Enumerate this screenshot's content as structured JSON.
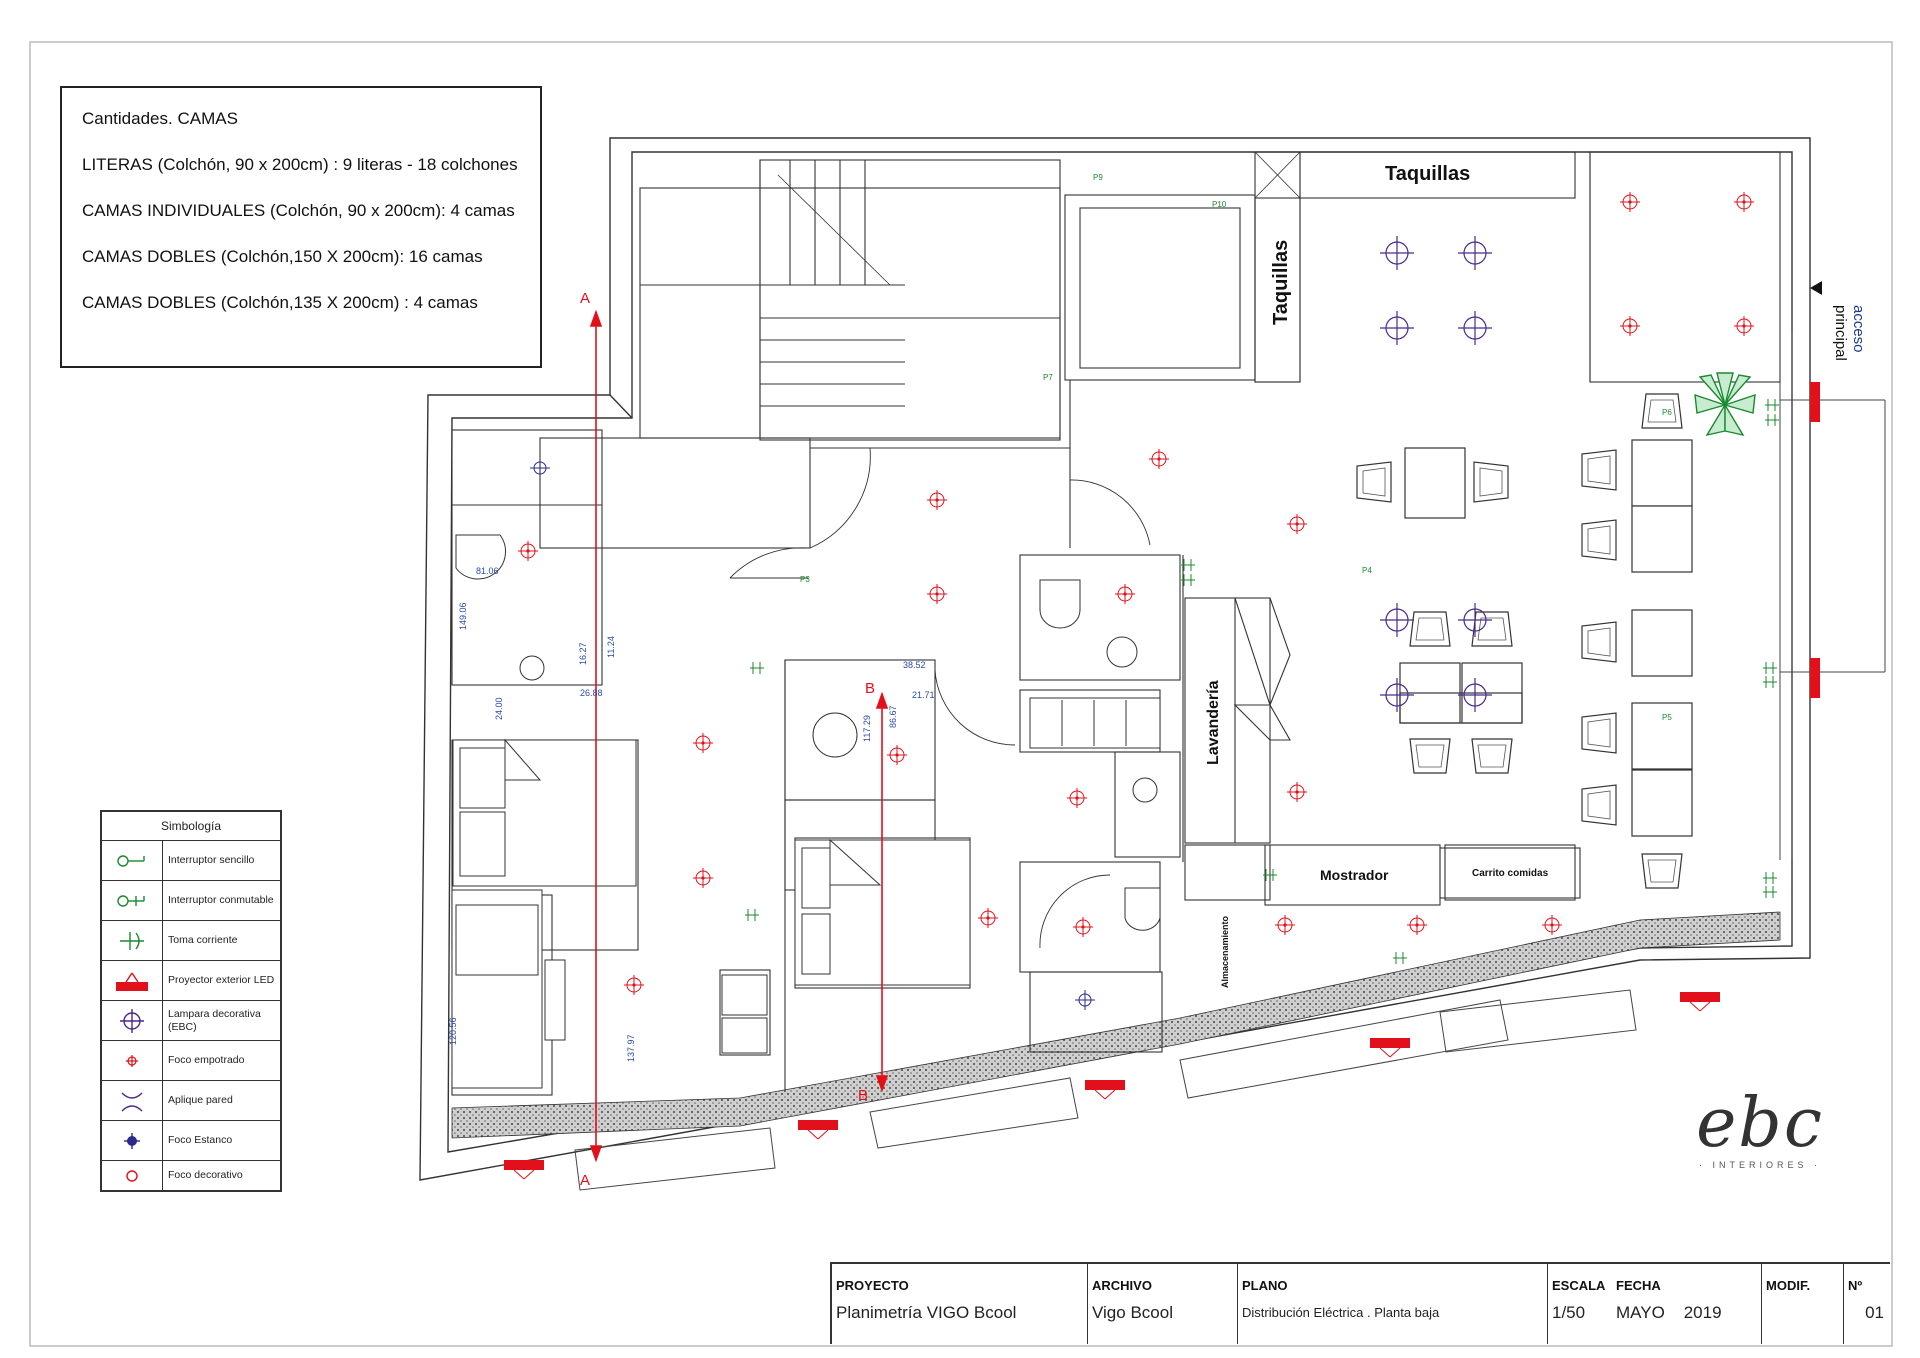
{
  "quantities": {
    "title": "Cantidades. CAMAS",
    "lines": [
      "LITERAS (Colchón, 90 x 200cm) :  9 literas - 18 colchones",
      "CAMAS INDIVIDUALES (Colchón, 90 x 200cm): 4 camas",
      "CAMAS DOBLES (Colchón,150 X 200cm): 16 camas",
      "CAMAS DOBLES (Colchón,135 X 200cm) : 4 camas"
    ]
  },
  "legend": {
    "title": "Simbología",
    "items": [
      {
        "icon": "single-switch-icon",
        "label": "Interruptor sencillo"
      },
      {
        "icon": "switch-toggle-icon",
        "label": "Interruptor conmutable"
      },
      {
        "icon": "outlet-icon",
        "label": "Toma corriente"
      },
      {
        "icon": "led-projector-icon",
        "label": "Proyector exterior LED"
      },
      {
        "icon": "decorative-lamp-icon",
        "label": "Lampara decorativa (EBC)"
      },
      {
        "icon": "recessed-spot-icon",
        "label": "Foco empotrado"
      },
      {
        "icon": "wall-sconce-icon",
        "label": "Aplique pared"
      },
      {
        "icon": "waterproof-spot-icon",
        "label": "Foco Estanco"
      },
      {
        "icon": "decorative-spot-icon",
        "label": "Foco decorativo"
      }
    ]
  },
  "rooms": {
    "taquillas_top": "Taquillas",
    "taquillas_side": "Taquillas",
    "lavanderia": "Lavandería",
    "mostrador": "Mostrador",
    "carrito": "Carrito comidas",
    "almacenamiento": "Almacenamiento",
    "acceso": "acceso",
    "principal": "principal"
  },
  "sections": {
    "a_top": "A",
    "a_bottom": "A",
    "b_top": "B",
    "b_bottom": "B"
  },
  "points": {
    "p9": "P9",
    "p10": "P10",
    "p7": "P7",
    "p3": "P3",
    "p4": "P4",
    "p5": "P5",
    "p6": "P6"
  },
  "dims": {
    "d1": "81.06",
    "d2": "149.06",
    "d3": "16.27",
    "d4": "11.24",
    "d5": "26.88",
    "d6": "24.00",
    "d7": "38.52",
    "d8": "21.71",
    "d9": "117.29",
    "d10": "86.67",
    "d11": "137.97",
    "d12": "120.56"
  },
  "logo": {
    "mark": "ebc",
    "sub": "· INTERIORES ·"
  },
  "titleblock": {
    "proyecto_label": "PROYECTO",
    "proyecto": "Planimetría VIGO Bcool",
    "archivo_label": "ARCHIVO",
    "archivo": "Vigo Bcool",
    "plano_label": "PLANO",
    "plano": "Distribución Eléctrica . Planta baja",
    "escala_label": "ESCALA",
    "escala": "1/50",
    "fecha_label": "FECHA",
    "fecha_mes": "MAYO",
    "fecha_anio": "2019",
    "modif_label": "MODIF.",
    "num_label": "Nº",
    "num": "01"
  },
  "colors": {
    "red": "#e2101a",
    "green": "#1a8a2e",
    "purple": "#4a2a8a",
    "blue": "#2a4aa8",
    "line": "#333333"
  }
}
